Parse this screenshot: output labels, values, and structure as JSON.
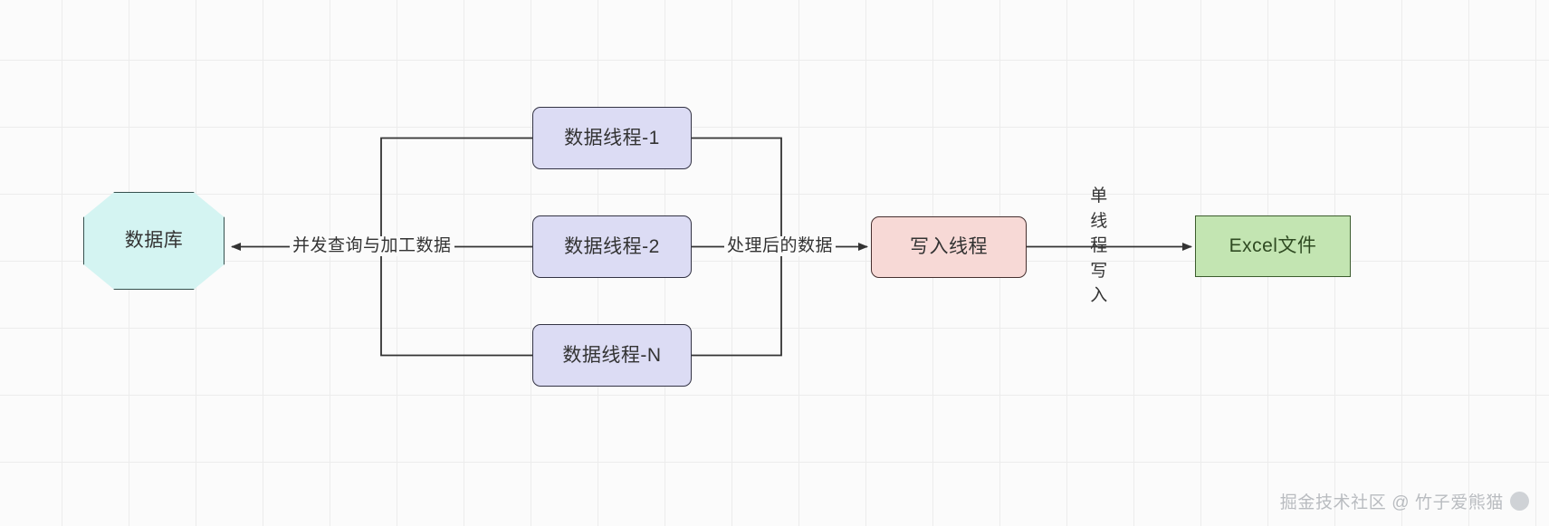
{
  "diagram": {
    "nodes": {
      "database": {
        "label": "数据库",
        "shape": "octagon",
        "fill": "#d4f4f2",
        "stroke": "#36504e"
      },
      "thread_1": {
        "label": "数据线程-1",
        "shape": "rounded-rect",
        "fill": "#dcdcf4",
        "stroke": "#333344"
      },
      "thread_2": {
        "label": "数据线程-2",
        "shape": "rounded-rect",
        "fill": "#dcdcf4",
        "stroke": "#333344"
      },
      "thread_n": {
        "label": "数据线程-N",
        "shape": "rounded-rect",
        "fill": "#dcdcf4",
        "stroke": "#333344"
      },
      "writer": {
        "label": "写入线程",
        "shape": "rounded-rect",
        "fill": "#f7d9d6",
        "stroke": "#46302f"
      },
      "excel": {
        "label": "Excel文件",
        "shape": "rect",
        "fill": "#c3e5b2",
        "stroke": "#3c5c2e"
      }
    },
    "edges": {
      "threads_to_database": {
        "label": "并发查询与加工数据",
        "direction": "left"
      },
      "threads_to_writer": {
        "label": "处理后的数据",
        "direction": "right"
      },
      "writer_to_excel": {
        "label": "单线程写入",
        "direction": "right",
        "orientation": "vertical"
      }
    },
    "watermark": {
      "text": "掘金技术社区 @ 竹子爱熊猫"
    }
  }
}
